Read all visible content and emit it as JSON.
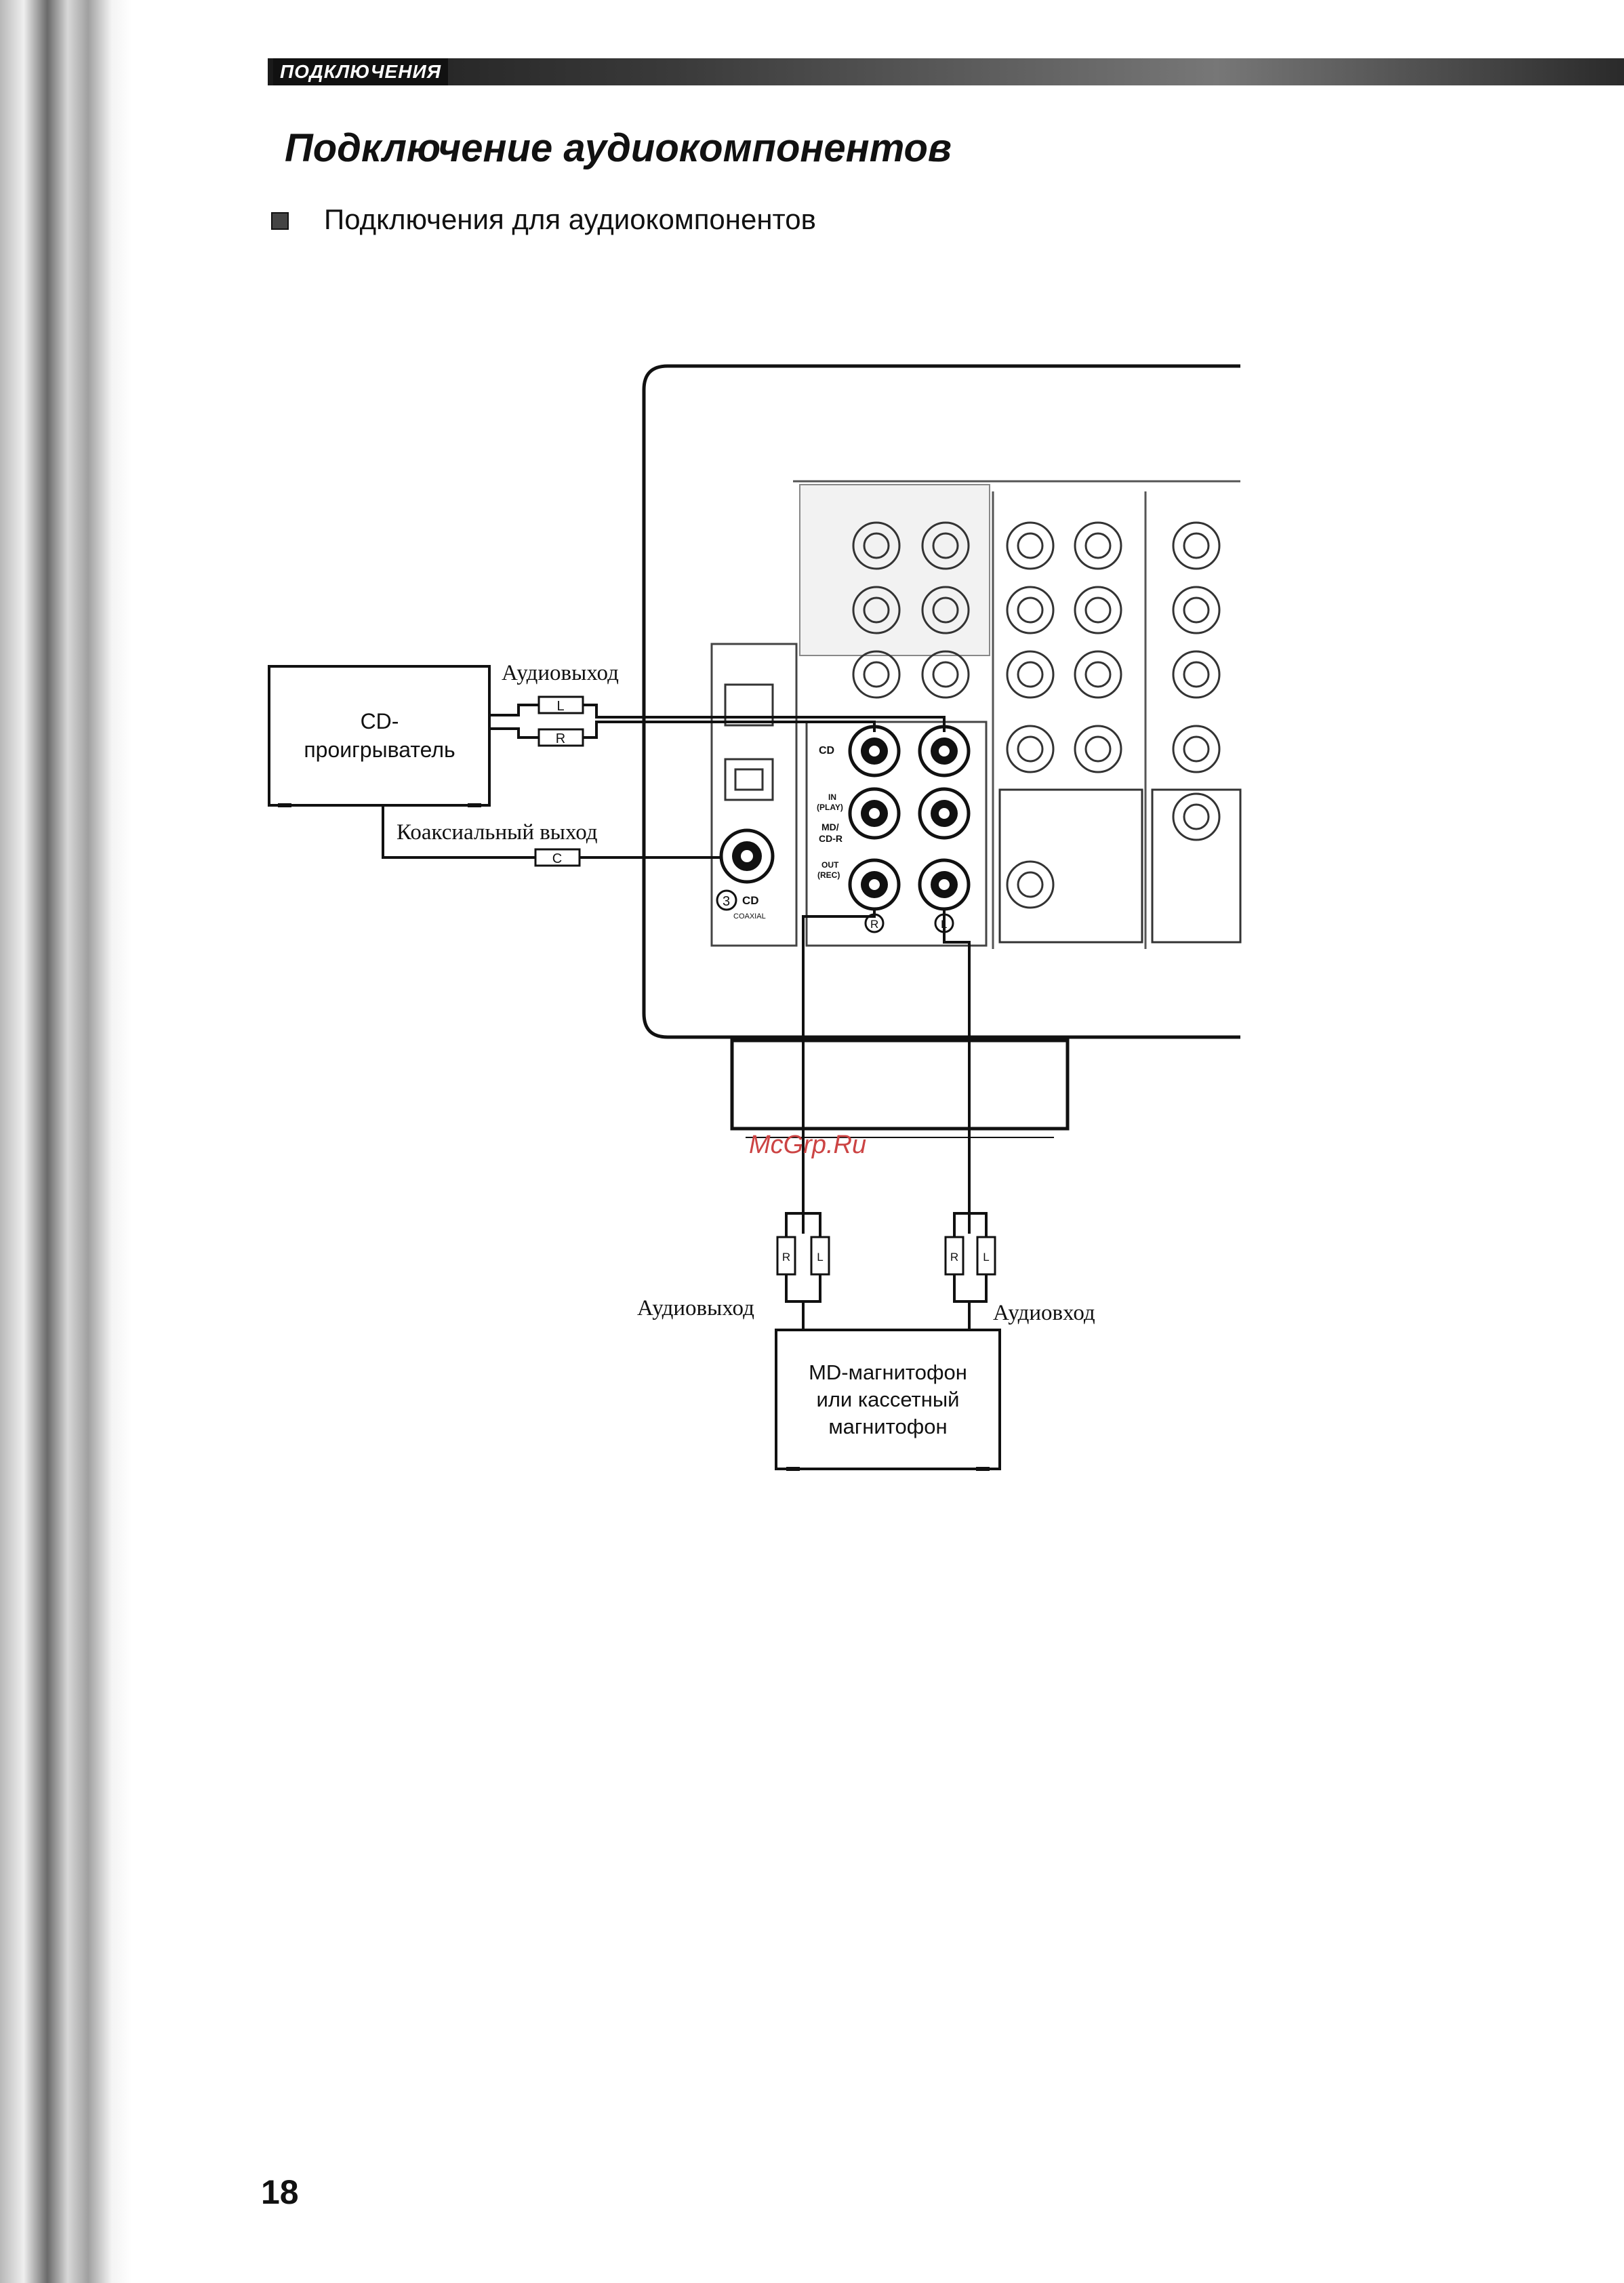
{
  "header": {
    "section_label": "ПОДКЛЮЧЕНИЯ"
  },
  "page": {
    "title": "Подключение аудиокомпонентов",
    "subtitle": "Подключения для аудиокомпонентов",
    "number": "18",
    "watermark": "McGrp.Ru"
  },
  "diagram": {
    "cd_player": {
      "line1": "CD-",
      "line2": "проигрыватель"
    },
    "cd_audio_out": "Аудиовыход",
    "coaxial_out": "Коаксиальный выход",
    "plug_left": "L",
    "plug_right": "R",
    "plug_coaxial": "C",
    "panel": {
      "cd_jack": "CD",
      "md_in": "IN",
      "md_play": "(PLAY)",
      "md_name1": "MD/",
      "md_name2": "CD-R",
      "md_out": "OUT",
      "md_rec": "(REC)",
      "coax_number": "3",
      "coax_cd": "CD",
      "coax_word": "COAXIAL",
      "chan_right": "R",
      "chan_left": "L"
    },
    "md_audio_out": "Аудиовыход",
    "md_audio_in": "Аудиовход",
    "md_box": {
      "line1": "MD-магнитофон",
      "line2": "или кассетный",
      "line3": "магнитофон"
    }
  }
}
